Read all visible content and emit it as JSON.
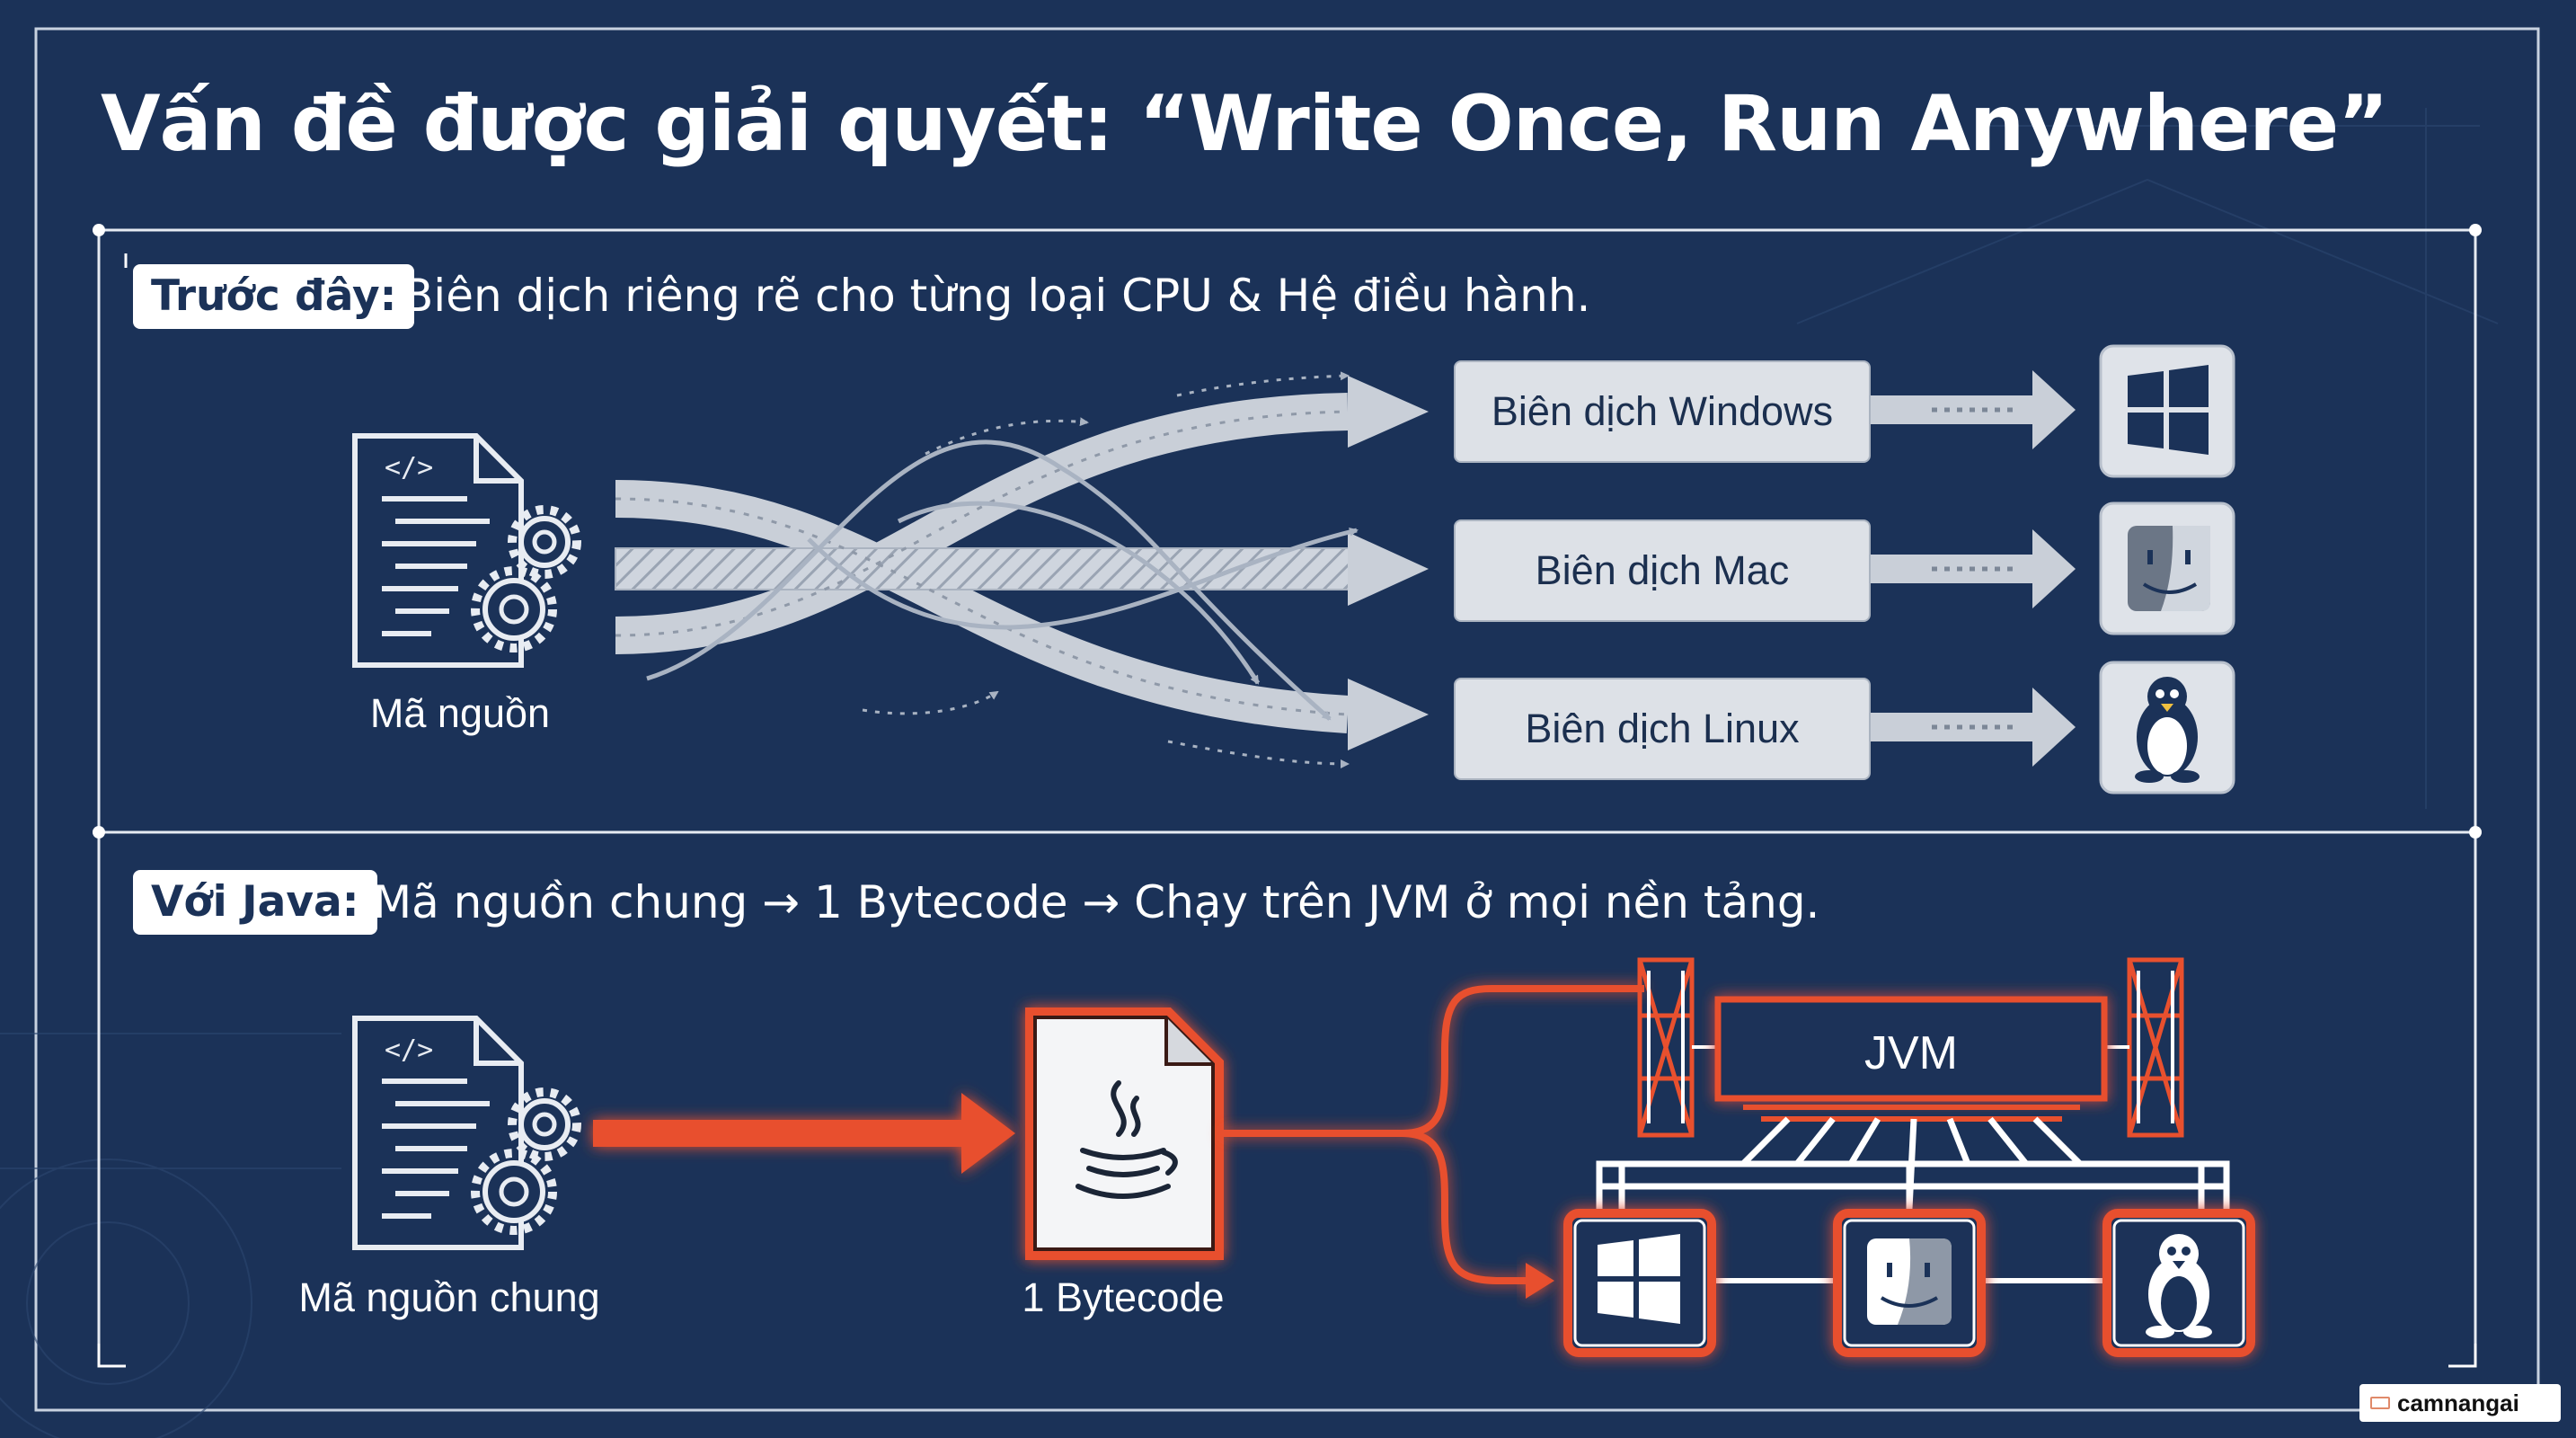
{
  "title": "Vấn đề được giải quyết: “Write Once, Run Anywhere”",
  "before": {
    "tag": "Trước đây:",
    "description": "Biên dịch riêng rẽ cho từng loại CPU & Hệ điều hành.",
    "source_label": "Mã nguồn",
    "compile_targets": [
      {
        "label": "Biên dịch Windows",
        "os_icon": "windows-icon"
      },
      {
        "label": "Biên dịch Mac",
        "os_icon": "mac-finder-icon"
      },
      {
        "label": "Biên dịch Linux",
        "os_icon": "linux-tux-icon"
      }
    ]
  },
  "java": {
    "tag": "Với Java:",
    "description": "Mã nguồn chung → 1 Bytecode → Chạy trên JVM ở mọi nền tảng.",
    "source_label": "Mã nguồn chung",
    "bytecode_label": "1 Bytecode",
    "jvm_label": "JVM",
    "platform_icons": [
      "windows-icon",
      "mac-finder-icon",
      "linux-tux-icon"
    ]
  },
  "watermark": "camnangai",
  "colors": {
    "background": "#1b3258",
    "accent_orange": "#e8502e",
    "box_gray": "#dde1e7",
    "arrow_gray": "#c9cfd8",
    "panel_line": "#e6ebf2"
  }
}
